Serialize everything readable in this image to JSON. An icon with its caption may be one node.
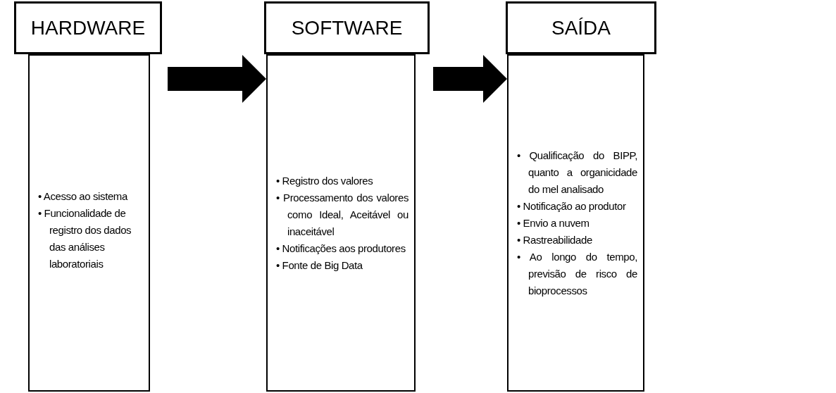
{
  "diagram": {
    "nodes": [
      {
        "text": [
          "HARDWARE"
        ]
      },
      {
        "text": [
          "• Acesso ao sistema",
          "• Funcionalidade de registro dos dados das análises laboratoriais"
        ]
      },
      {
        "text": [
          "SOFTWARE"
        ]
      },
      {
        "text": [
          "• Registro dos valores",
          "• Processamento dos valores como Ideal, Aceitável ou inaceitável",
          "• Notificações aos produtores",
          "• Fonte de Big Data"
        ]
      },
      {
        "text": [
          "SAÍDA"
        ]
      },
      {
        "text": [
          "• Qualificação do BIPP, quanto a organicidade do mel analisado",
          "• Notificação ao produtor",
          "• Envio a nuvem",
          "• Rastreabilidade",
          "• Ao longo do tempo, previsão de risco de bioprocessos"
        ]
      }
    ],
    "edges": [
      {
        "from": 1,
        "to": 3,
        "arrow": "to"
      },
      {
        "from": 3,
        "to": 5,
        "arrow": "to"
      }
    ]
  }
}
